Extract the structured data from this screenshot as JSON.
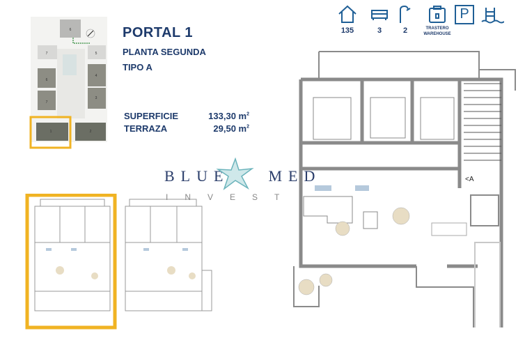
{
  "header": {
    "portal": "PORTAL 1",
    "floor": "PLANTA SEGUNDA",
    "type": "TIPO A"
  },
  "specs": [
    {
      "label": "SUPERFICIE",
      "value": "133,30 m",
      "unit_sup": "2"
    },
    {
      "label": "TERRAZA",
      "value": "29,50 m",
      "unit_sup": "2"
    }
  ],
  "features": [
    {
      "icon": "house-icon",
      "value": "135"
    },
    {
      "icon": "bed-icon",
      "value": "3"
    },
    {
      "icon": "shower-icon",
      "value": "2"
    },
    {
      "icon": "storage-icon",
      "line1": "TRASTERO",
      "line2": "WAREHOUSE"
    },
    {
      "icon": "parking-icon",
      "glyph": "P"
    },
    {
      "icon": "pool-icon"
    }
  ],
  "logo": {
    "word1": "BLUE",
    "word2": "MED",
    "tagline": "INVEST"
  },
  "site_plan": {
    "blocks": [
      "6",
      "7",
      "5",
      "6",
      "4",
      "7",
      "3",
      "1",
      "2"
    ]
  },
  "floor_plan": {
    "door_label": "<A"
  },
  "colors": {
    "text": "#1d3a6b",
    "icon": "#1f5f96",
    "highlight": "#f0b323",
    "wall": "#8a8a8a",
    "block": "#6b6e64"
  }
}
